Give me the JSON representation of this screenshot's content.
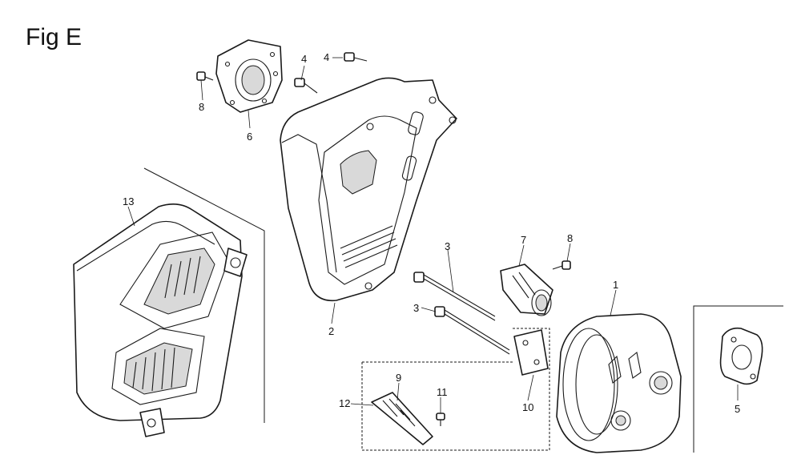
{
  "figure": {
    "title": "Fig E"
  },
  "callouts": {
    "c1": "1",
    "c2": "2",
    "c3a": "3",
    "c3b": "3",
    "c4a": "4",
    "c4b": "4",
    "c5": "5",
    "c6": "6",
    "c7": "7",
    "c8a": "8",
    "c8b": "8",
    "c9": "9",
    "c10": "10",
    "c11": "11",
    "c12": "12",
    "c13": "13"
  },
  "colors": {
    "line": "#1a1a1a",
    "background": "#ffffff",
    "shade": "#d9d9d9"
  }
}
